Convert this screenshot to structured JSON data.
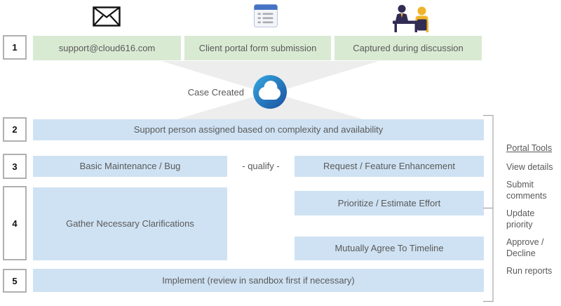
{
  "intake": {
    "step": "1",
    "channels": [
      {
        "icon": "envelope-icon",
        "label": "support@cloud616.com"
      },
      {
        "icon": "form-icon",
        "label": "Client portal form submission"
      },
      {
        "icon": "discussion-icon",
        "label": "Captured during discussion"
      }
    ]
  },
  "funnel": {
    "label": "Case Created",
    "logo_icon": "cloud616-logo-icon"
  },
  "workflow": {
    "assign": {
      "step": "2",
      "label": "Support person assigned based on complexity and availability"
    },
    "qualify": {
      "step": "3",
      "left": "Basic Maintenance / Bug",
      "connector": "- qualify -",
      "right": "Request / Feature Enhancement"
    },
    "scope": {
      "step": "4",
      "left": "Gather Necessary Clarifications",
      "right_top": "Prioritize / Estimate Effort",
      "right_bottom": "Mutually Agree To Timeline"
    },
    "implement": {
      "step": "5",
      "label": "Implement (review in sandbox first if necessary)"
    }
  },
  "portal_tools": {
    "title": "Portal Tools",
    "items": [
      {
        "label": "View details"
      },
      {
        "label": "Submit comments"
      },
      {
        "label": "Update priority"
      },
      {
        "label": "Approve / Decline"
      },
      {
        "label": "Run reports"
      }
    ]
  },
  "colors": {
    "channel_fill": "#d9ead3",
    "task_fill": "#cfe2f3",
    "funnel_fill": "#ededed",
    "text": "#595959",
    "logo_blue_light": "#35a8e0",
    "logo_blue_dark": "#1b50a0",
    "icon_navy": "#322b54",
    "icon_gold": "#f0b429",
    "form_header_blue": "#4472c4"
  }
}
